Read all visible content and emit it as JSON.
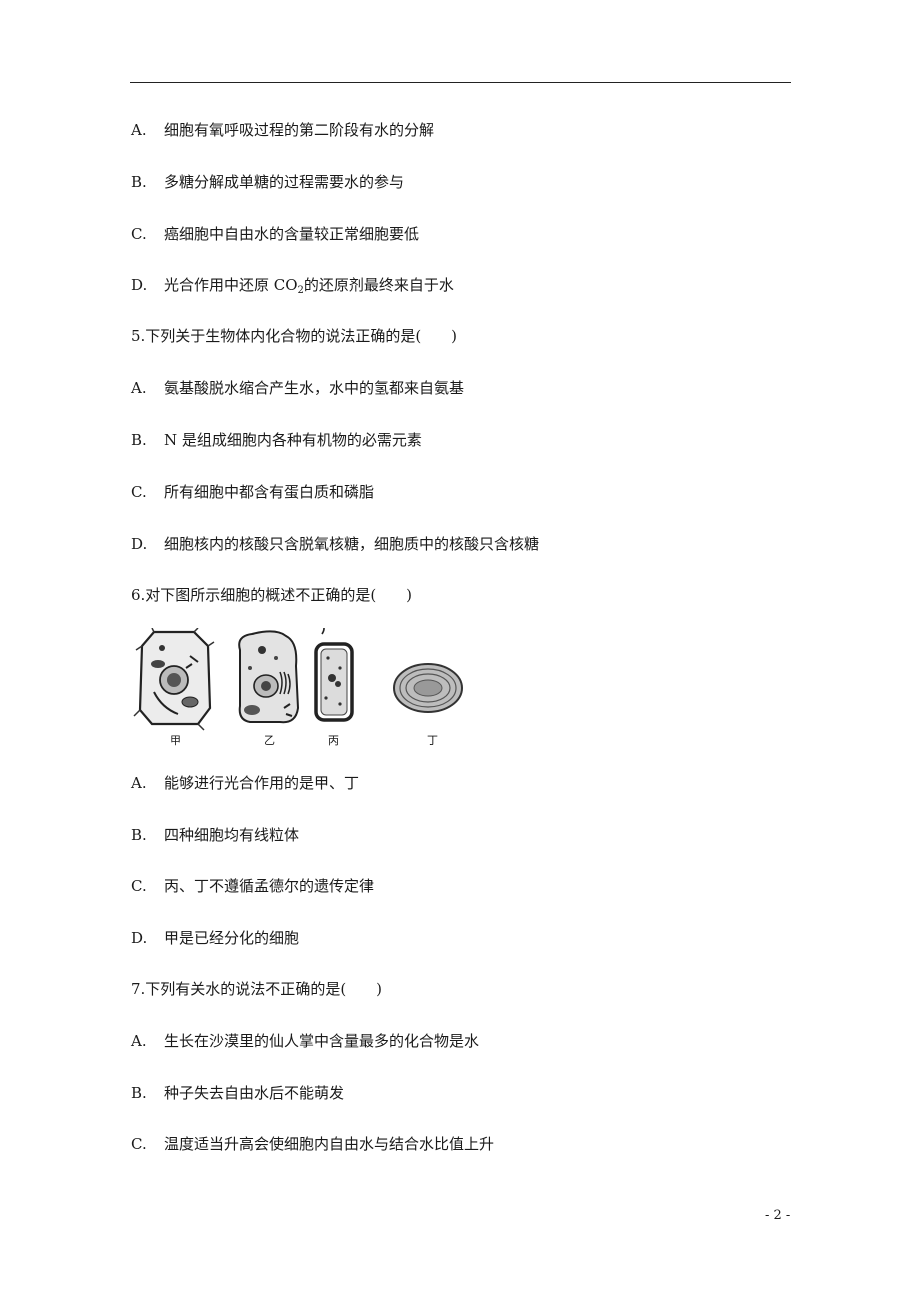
{
  "q4": {
    "options": [
      {
        "label": "A.",
        "text": "细胞有氧呼吸过程的第二阶段有水的分解"
      },
      {
        "label": "B.",
        "text": "多糖分解成单糖的过程需要水的参与"
      },
      {
        "label": "C.",
        "text": "癌细胞中自由水的含量较正常细胞要低"
      },
      {
        "label": "D.",
        "text_before": "光合作用中还原 CO",
        "text_sub": "2",
        "text_after": "的还原剂最终来自于水"
      }
    ]
  },
  "q5": {
    "stem": "5.下列关于生物体内化合物的说法正确的是(　　)",
    "options": [
      {
        "label": "A.",
        "text": "氨基酸脱水缩合产生水，水中的氢都来自氨基"
      },
      {
        "label": "B.",
        "text": "N 是组成细胞内各种有机物的必需元素"
      },
      {
        "label": "C.",
        "text": "所有细胞中都含有蛋白质和磷脂"
      },
      {
        "label": "D.",
        "text": "细胞核内的核酸只含脱氧核糖，细胞质中的核酸只含核糖"
      }
    ]
  },
  "q6": {
    "stem": "6.对下图所示细胞的概述不正确的是(　　)",
    "figure_labels": [
      "甲",
      "乙",
      "丙",
      "丁"
    ],
    "options": [
      {
        "label": "A.",
        "text": "能够进行光合作用的是甲、丁"
      },
      {
        "label": "B.",
        "text": "四种细胞均有线粒体"
      },
      {
        "label": "C.",
        "text": "丙、丁不遵循孟德尔的遗传定律"
      },
      {
        "label": "D.",
        "text": "甲是已经分化的细胞"
      }
    ]
  },
  "q7": {
    "stem": "7.下列有关水的说法不正确的是(　　)",
    "options": [
      {
        "label": "A.",
        "text": "生长在沙漠里的仙人掌中含量最多的化合物是水"
      },
      {
        "label": "B.",
        "text": "种子失去自由水后不能萌发"
      },
      {
        "label": "C.",
        "text": "温度适当升高会使细胞内自由水与结合水比值上升"
      }
    ]
  },
  "footer": {
    "page": "- 2 -"
  }
}
